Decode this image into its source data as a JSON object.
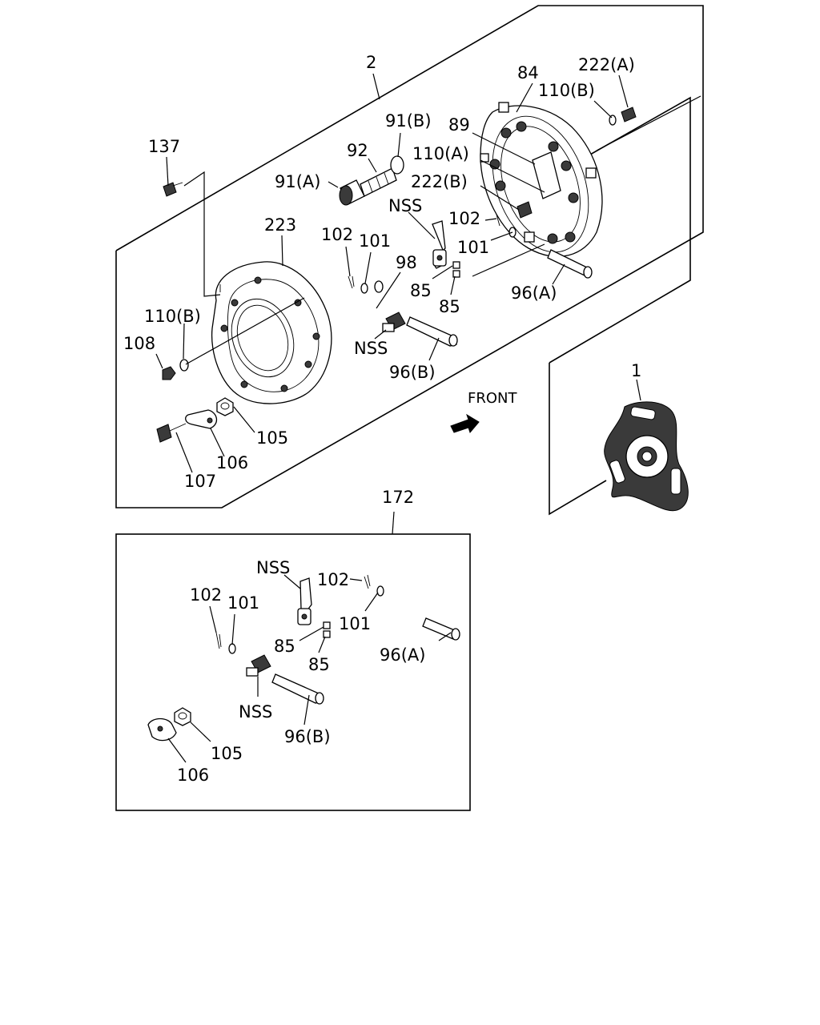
{
  "labels": {
    "assy_2": "2",
    "assy_1": "1",
    "assy_172": "172",
    "p137": "137",
    "p223": "223",
    "p110b_left": "110(B)",
    "p108": "108",
    "p105_top": "105",
    "p106_top": "106",
    "p107": "107",
    "p91a": "91(A)",
    "p92": "92",
    "p91b": "91(B)",
    "p84": "84",
    "p222a": "222(A)",
    "p110b_right": "110(B)",
    "p89": "89",
    "p110a": "110(A)",
    "p222b": "222(B)",
    "nss_top_a": "NSS",
    "p102_mid": "102",
    "p101_mid": "101",
    "p98": "98",
    "p102_right": "102",
    "p101_right": "101",
    "p85_a": "85",
    "p85_b": "85",
    "p96a_top": "96(A)",
    "nss_top_b": "NSS",
    "p96b_top": "96(B)",
    "front": "FRONT",
    "nss_bot_a": "NSS",
    "p102_bot_a": "102",
    "p102_bot_b": "102",
    "p101_bot_a": "101",
    "p101_bot_b": "101",
    "p85_bot_a": "85",
    "p85_bot_b": "85",
    "p96a_bot": "96(A)",
    "nss_bot_b": "NSS",
    "p96b_bot": "96(B)",
    "p105_bot": "105",
    "p106_bot": "106"
  },
  "colors": {
    "line": "#000000",
    "background": "#ffffff",
    "dark_fill": "#3a3a3a"
  }
}
